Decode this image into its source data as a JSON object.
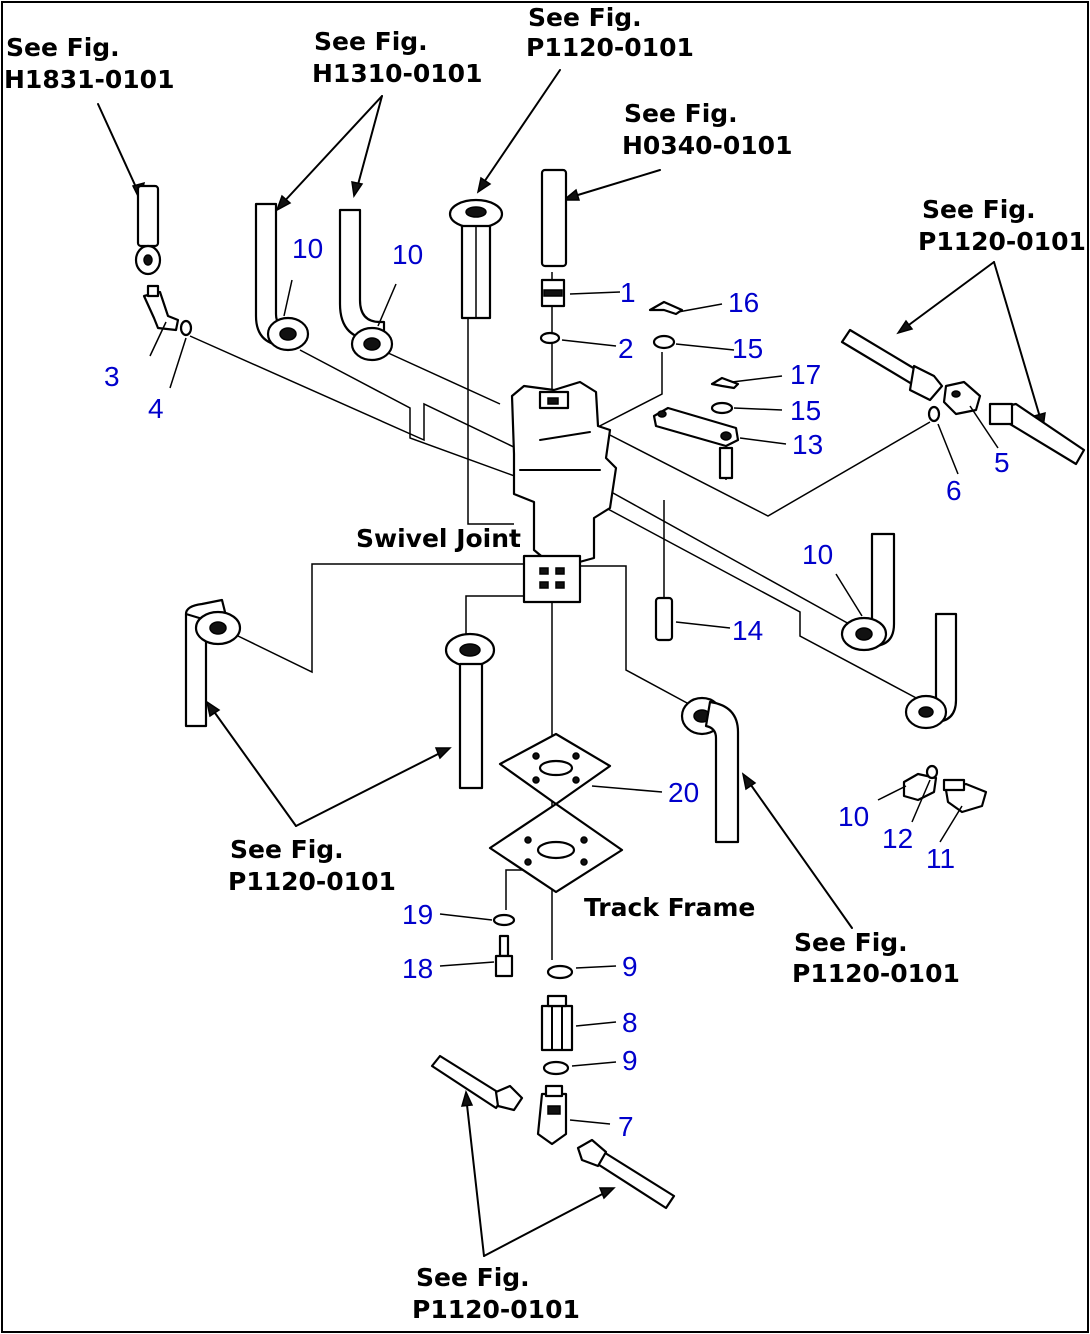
{
  "diagram": {
    "references": {
      "h1831": [
        "See Fig.",
        "H1831-0101"
      ],
      "h1310": [
        "See Fig.",
        "H1310-0101"
      ],
      "p1120_top": [
        "See Fig.",
        "P1120-0101"
      ],
      "h0340": [
        "See Fig.",
        "H0340-0101"
      ],
      "p1120_right": [
        "See Fig.",
        "P1120-0101"
      ],
      "p1120_left": [
        "See Fig.",
        "P1120-0101"
      ],
      "p1120_lowright": [
        "See Fig.",
        "P1120-0101"
      ],
      "p1120_bottom": [
        "See Fig.",
        "P1120-0101"
      ]
    },
    "labels": {
      "swivel_joint": "Swivel Joint",
      "track_frame": "Track Frame"
    },
    "callouts": {
      "n1": "1",
      "n2": "2",
      "n3": "3",
      "n4": "4",
      "n5": "5",
      "n6": "6",
      "n7": "7",
      "n8": "8",
      "n9a": "9",
      "n9b": "9",
      "n10a": "10",
      "n10b": "10",
      "n10c": "10",
      "n10d": "10",
      "n11": "11",
      "n12": "12",
      "n13": "13",
      "n14": "14",
      "n15a": "15",
      "n15b": "15",
      "n16": "16",
      "n17": "17",
      "n18": "18",
      "n19": "19",
      "n20": "20"
    },
    "colors": {
      "callout_blue": "#0000cc",
      "callout_black": "#000000",
      "line": "#000000"
    }
  }
}
